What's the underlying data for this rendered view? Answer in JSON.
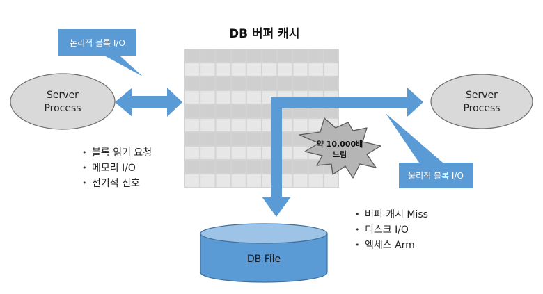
{
  "title": "DB 버퍼 캐시",
  "left_process": {
    "line1": "Server",
    "line2": "Process"
  },
  "right_process": {
    "line1": "Server",
    "line2": "Process"
  },
  "logical_io_label": "논리적 블록 I/O",
  "physical_io_label": "물리적 블록 I/O",
  "burst": {
    "line1": "약 10,000배",
    "line2": "느림"
  },
  "db_file_label": "DB File",
  "left_bullets": [
    "블록 읽기 요청",
    "메모리 I/O",
    "전기적 신호"
  ],
  "right_bullets": [
    "버퍼 캐시 Miss",
    "디스크 I/O",
    "엑세스 Arm"
  ],
  "colors": {
    "arrow_blue": "#5b9bd5",
    "callout_blue": "#5b9bd5",
    "cylinder_blue": "#5b9bd5",
    "process_gray": "#d9d9d9",
    "grid_dark": "#cfcfcf",
    "grid_light": "#e7e7e7",
    "burst_gray": "#b5b5b5"
  }
}
